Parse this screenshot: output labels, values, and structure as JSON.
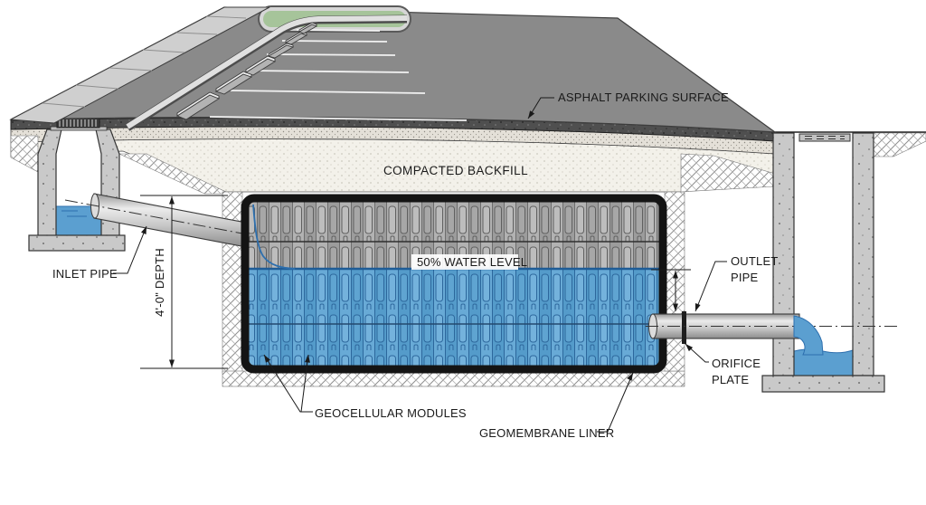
{
  "diagram": {
    "type": "stormwater-detention-cross-section",
    "labels": {
      "asphalt_surface": "ASPHALT PARKING SURFACE",
      "compacted_backfill": "COMPACTED BACKFILL",
      "water_level": "50% WATER LEVEL",
      "inlet_pipe": "INLET PIPE",
      "depth_dimension": "4'-0\" DEPTH",
      "outlet_pipe_line1": "OUTLET",
      "outlet_pipe_line2": "PIPE",
      "orifice_plate_line1": "ORIFICE",
      "orifice_plate_line2": "PLATE",
      "geocellular_modules": "GEOCELLULAR MODULES",
      "geomembrane_liner": "GEOMEMBRANE LINER"
    },
    "colors": {
      "water": "#5b9fd0",
      "water_line": "#1f5c96",
      "asphalt_surface_3d": "#8a8a8a",
      "asphalt_section": "#4f4f4f",
      "grass_island": "#a6c49a",
      "concrete": "#c9c9c9",
      "module_gray": "#a8a8a8",
      "liner_black": "#141414"
    }
  }
}
